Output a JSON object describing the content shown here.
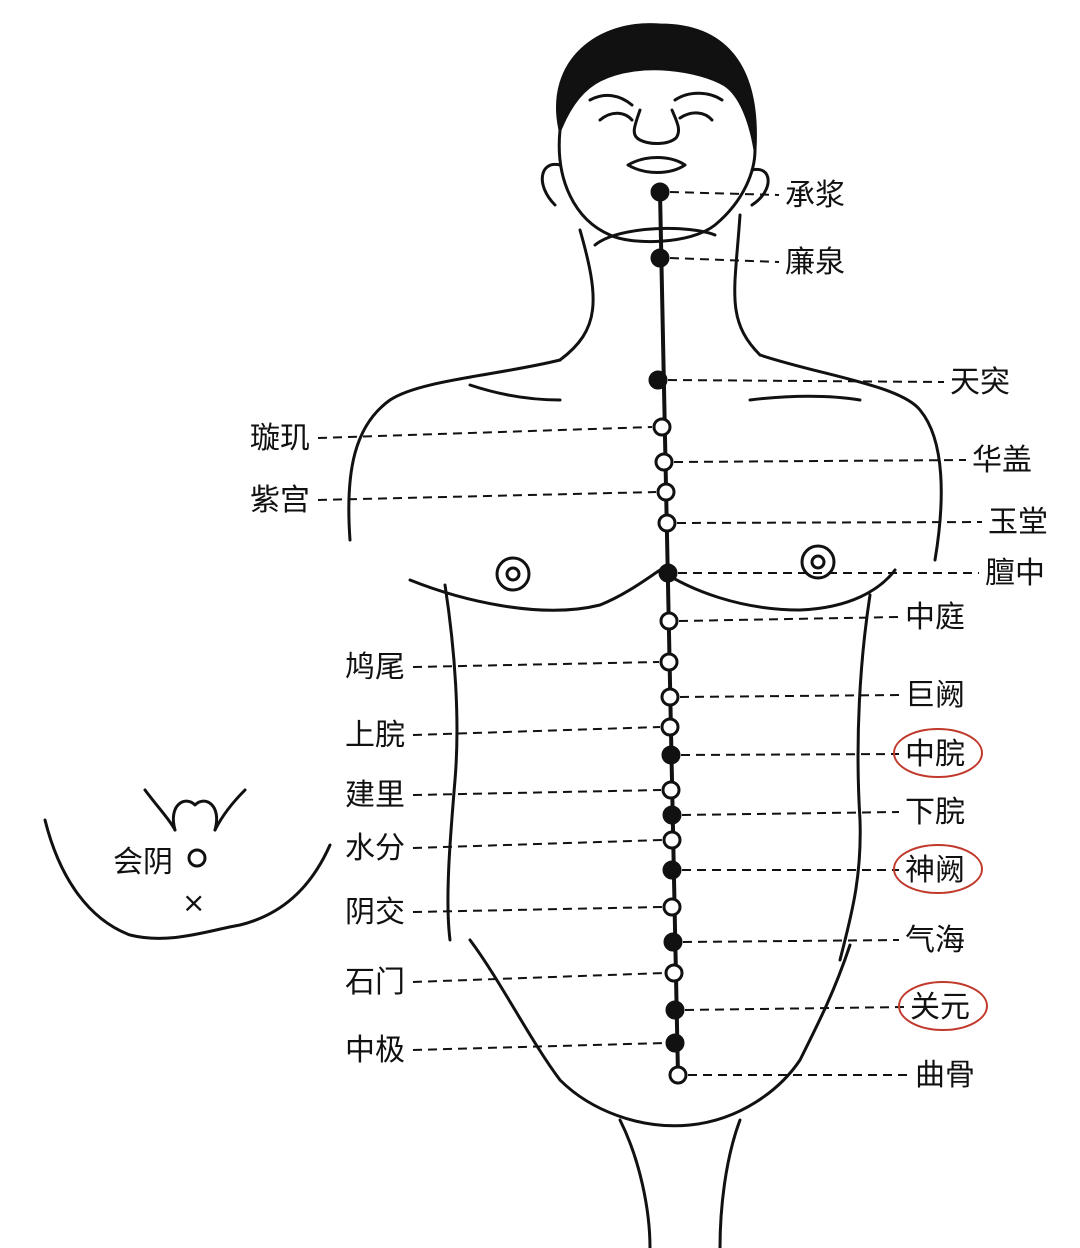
{
  "colors": {
    "line": "#111111",
    "highlight_circle": "#c0392b",
    "background": "#ffffff"
  },
  "points": [
    {
      "label": "承浆",
      "marker": "filled"
    },
    {
      "label": "廉泉",
      "marker": "filled"
    },
    {
      "label": "天突",
      "marker": "filled"
    },
    {
      "label": "璇玑",
      "marker": "open"
    },
    {
      "label": "华盖",
      "marker": "open"
    },
    {
      "label": "紫宫",
      "marker": "open"
    },
    {
      "label": "玉堂",
      "marker": "open"
    },
    {
      "label": "膻中",
      "marker": "filled"
    },
    {
      "label": "中庭",
      "marker": "open"
    },
    {
      "label": "鸠尾",
      "marker": "open"
    },
    {
      "label": "巨阙",
      "marker": "open"
    },
    {
      "label": "上脘",
      "marker": "open"
    },
    {
      "label": "中脘",
      "marker": "filled",
      "highlighted": true
    },
    {
      "label": "建里",
      "marker": "open"
    },
    {
      "label": "下脘",
      "marker": "filled"
    },
    {
      "label": "水分",
      "marker": "open"
    },
    {
      "label": "神阙",
      "marker": "filled",
      "highlighted": true
    },
    {
      "label": "阴交",
      "marker": "open"
    },
    {
      "label": "气海",
      "marker": "filled"
    },
    {
      "label": "石门",
      "marker": "open"
    },
    {
      "label": "关元",
      "marker": "filled",
      "highlighted": true
    },
    {
      "label": "中极",
      "marker": "filled"
    },
    {
      "label": "曲骨",
      "marker": "open"
    }
  ],
  "inset": {
    "label": "会阴",
    "marker": "open",
    "cross_mark": "×"
  }
}
